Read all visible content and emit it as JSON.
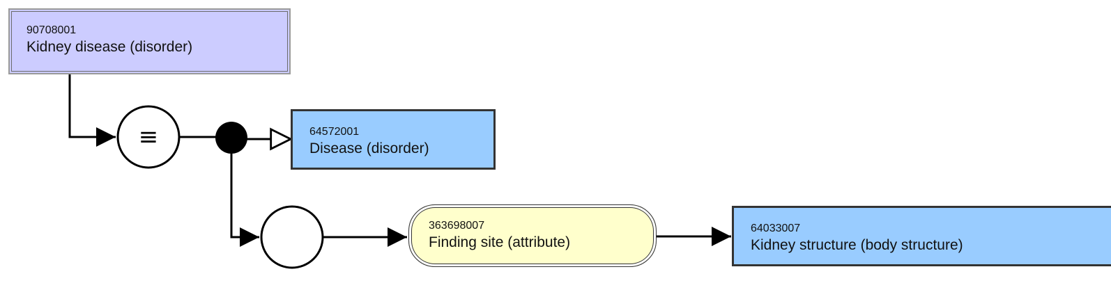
{
  "nodes": {
    "kidney_disease": {
      "sctid": "90708001",
      "term": "Kidney disease (disorder)",
      "color": "#ccccff"
    },
    "disease": {
      "sctid": "64572001",
      "term": "Disease (disorder)",
      "color": "#99ccff"
    },
    "finding_site": {
      "sctid": "363698007",
      "term": "Finding site (attribute)",
      "color": "#ffffcc"
    },
    "kidney_structure": {
      "sctid": "64033007",
      "term": "Kidney structure (body structure)",
      "color": "#99ccff"
    }
  },
  "definition_symbol": "≡",
  "icons": [
    "equivalent-definition-icon",
    "conjunction-dot-icon",
    "attribute-group-icon",
    "is-a-arrow-icon",
    "attribute-arrow-icon"
  ]
}
